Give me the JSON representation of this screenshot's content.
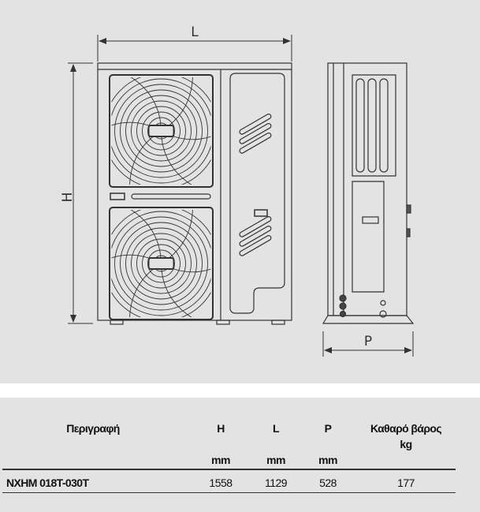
{
  "drawing": {
    "dimension_labels": {
      "length": "L",
      "height": "H",
      "depth": "P"
    }
  },
  "table": {
    "headers": {
      "description": "Περιγραφή",
      "h": "H",
      "l": "L",
      "p": "P",
      "weight": "Καθαρό βάρος",
      "weight_unit": "kg"
    },
    "units": {
      "h": "mm",
      "l": "mm",
      "p": "mm"
    },
    "rows": [
      {
        "model": "NXHM 018T-030T",
        "h": "1558",
        "l": "1129",
        "p": "528",
        "weight": "177"
      }
    ]
  }
}
